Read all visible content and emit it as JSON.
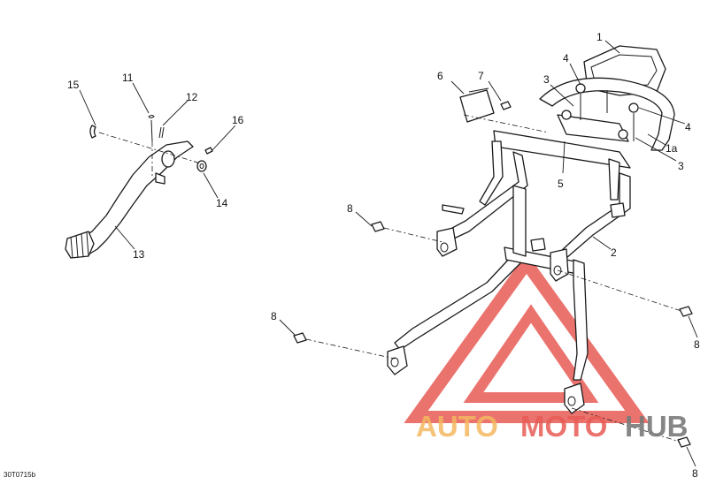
{
  "diagram": {
    "code": "30T0715b",
    "callouts": [
      {
        "id": "c1",
        "text": "1"
      },
      {
        "id": "c1a",
        "text": "1a"
      },
      {
        "id": "c2",
        "text": "2"
      },
      {
        "id": "c3a",
        "text": "3"
      },
      {
        "id": "c3b",
        "text": "3"
      },
      {
        "id": "c4a",
        "text": "4"
      },
      {
        "id": "c4b",
        "text": "4"
      },
      {
        "id": "c5",
        "text": "5"
      },
      {
        "id": "c6",
        "text": "6"
      },
      {
        "id": "c7",
        "text": "7"
      },
      {
        "id": "c8a",
        "text": "8"
      },
      {
        "id": "c8b",
        "text": "8"
      },
      {
        "id": "c8c",
        "text": "8"
      },
      {
        "id": "c8d",
        "text": "8"
      },
      {
        "id": "c11",
        "text": "11"
      },
      {
        "id": "c12",
        "text": "12"
      },
      {
        "id": "c13",
        "text": "13"
      },
      {
        "id": "c14",
        "text": "14"
      },
      {
        "id": "c15",
        "text": "15"
      },
      {
        "id": "c16",
        "text": "16"
      }
    ]
  },
  "watermark": {
    "part1": "AUTO",
    "part2": "MOTO",
    "part3": "HUB",
    "colors": {
      "auto": "#f4b860",
      "moto": "#e85b55",
      "hub": "#7a7a7a"
    }
  }
}
